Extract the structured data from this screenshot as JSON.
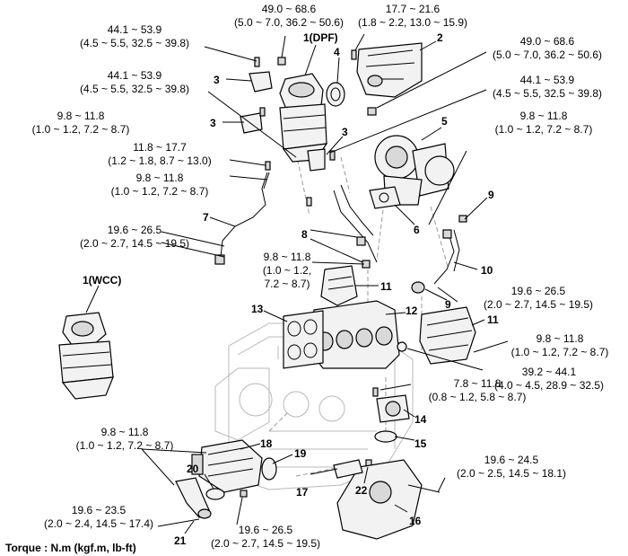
{
  "torque_specs": {
    "s01": [
      "49.0 ~ 68.6",
      "(5.0 ~ 7.0, 36.2 ~ 50.6)"
    ],
    "s02": [
      "17.7 ~ 21.6",
      "(1.8 ~ 2.2, 13.0 ~ 15.9)"
    ],
    "s03": [
      "44.1 ~ 53.9",
      "(4.5 ~ 5.5, 32.5 ~ 39.8)"
    ],
    "s04": [
      "44.1 ~ 53.9",
      "(4.5 ~ 5.5, 32.5 ~ 39.8)"
    ],
    "s05": [
      "49.0 ~ 68.6",
      "(5.0 ~ 7.0, 36.2 ~ 50.6)"
    ],
    "s06": [
      "44.1 ~ 53.9",
      "(4.5 ~ 5.5, 32.5 ~ 39.8)"
    ],
    "s07": [
      "9.8 ~ 11.8",
      "(1.0 ~ 1.2, 7.2 ~ 8.7)"
    ],
    "s08": [
      "9.8 ~ 11.8",
      "(1.0 ~ 1.2, 7.2 ~ 8.7)"
    ],
    "s09": [
      "11.8 ~ 17.7",
      "(1.2 ~ 1.8, 8.7 ~ 13.0)"
    ],
    "s10": [
      "9.8 ~ 11.8",
      "(1.0 ~ 1.2, 7.2 ~ 8.7)"
    ],
    "s11": [
      "19.6 ~ 26.5",
      "(2.0 ~ 2.7, 14.5 ~ 19.5)"
    ],
    "s12": [
      "9.8 ~ 11.8",
      "(1.0 ~ 1.2,",
      "7.2 ~ 8.7)"
    ],
    "s13": [
      "19.6 ~ 26.5",
      "(2.0 ~ 2.7, 14.5 ~ 19.5)"
    ],
    "s14": [
      "9.8 ~ 11.8",
      "(1.0 ~ 1.2, 7.2 ~ 8.7)"
    ],
    "s15": [
      "39.2 ~ 44.1",
      "(4.0 ~ 4.5, 28.9 ~ 32.5)"
    ],
    "s16": [
      "7.8 ~ 11.8",
      "(0.8 ~ 1.2, 5.8 ~ 8.7)"
    ],
    "s17": [
      "9.8 ~ 11.8",
      "(1.0 ~ 1.2, 7.2 ~ 8.7)"
    ],
    "s18": [
      "19.6 ~ 24.5",
      "(2.0 ~ 2.5, 14.5 ~ 18.1)"
    ],
    "s19": [
      "19.6 ~ 23.5",
      "(2.0 ~ 2.4, 14.5 ~ 17.4)"
    ],
    "s20": [
      "19.6 ~ 26.5",
      "(2.0 ~ 2.7, 14.5 ~ 19.5)"
    ]
  },
  "part_labels": {
    "p_dpf": "1(DPF)",
    "p_wcc": "1(WCC)",
    "p2": "2",
    "p3a": "3",
    "p3b": "3",
    "p3c": "3",
    "p4": "4",
    "p5": "5",
    "p6": "6",
    "p7": "7",
    "p8": "8",
    "p9a": "9",
    "p9b": "9",
    "p10": "10",
    "p11a": "11",
    "p11b": "11",
    "p12": "12",
    "p13": "13",
    "p14": "14",
    "p15": "15",
    "p16": "16",
    "p17": "17",
    "p18": "18",
    "p19": "19",
    "p20": "20",
    "p21": "21",
    "p22": "22"
  },
  "legend": "Torque : N.m (kgf.m, lb-ft)"
}
